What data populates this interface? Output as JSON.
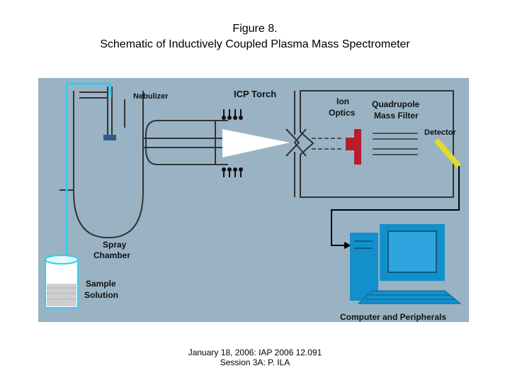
{
  "title": {
    "line1": "Figure 8.",
    "line2": "Schematic of Inductively Coupled Plasma Mass Spectrometer"
  },
  "diagram": {
    "labels": {
      "nebulizer": "Nebulizer",
      "icp_torch": "ICP Torch",
      "ion_optics_1": "Ion",
      "ion_optics_2": "Optics",
      "quadrupole_1": "Quadrupole",
      "quadrupole_2": "Mass Filter",
      "detector": "Detector",
      "spray_chamber_1": "Spray",
      "spray_chamber_2": "Chamber",
      "sample_1": "Sample",
      "sample_2": "Solution",
      "computer": "Computer and Peripherals"
    },
    "colors": {
      "background": "#99B3C4",
      "line": "#333333",
      "tube": "#33CCEE",
      "ion_optics": "#B51E2C",
      "detector": "#E2DA2E",
      "computer": "#1290CC",
      "plasma": "#FFFFFF",
      "wire": "#000000"
    }
  },
  "footer": {
    "line1": "January 18, 2006: IAP 2006 12.091",
    "line2": "Session 3A: P. ILA"
  }
}
